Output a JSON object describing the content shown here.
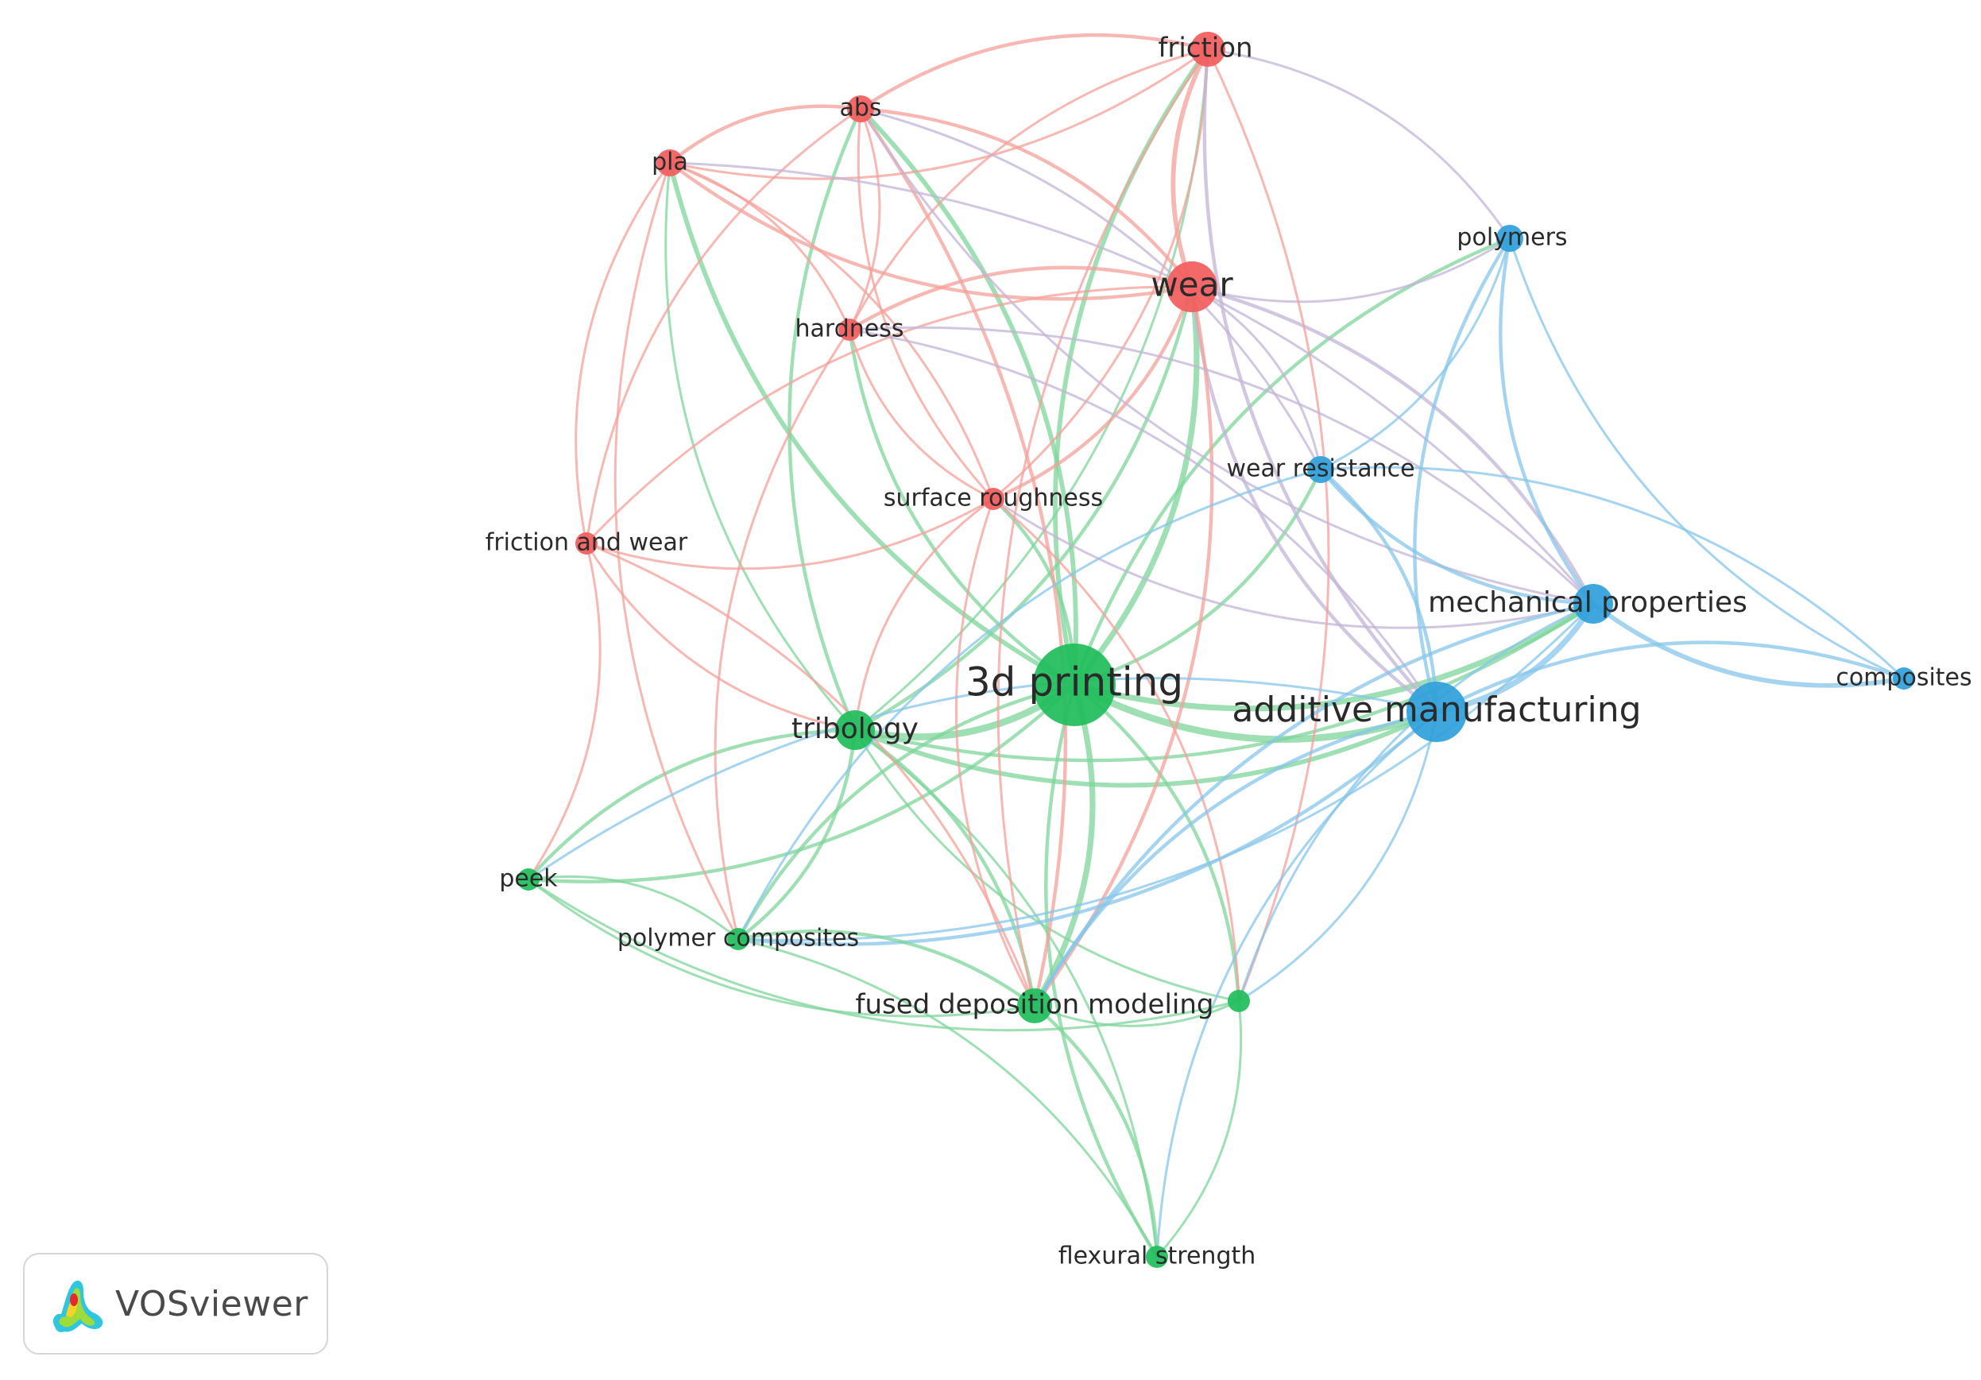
{
  "clusters": {
    "red": "#f25c5c",
    "green": "#1fbd5b",
    "blue": "#2f9fda",
    "red_link": "#f4a09a",
    "green_link": "#7ed69b",
    "blue_link": "#86c5ea",
    "mixed_link": "#c3b4d6"
  },
  "nodes": [
    {
      "id": "3d-printing",
      "label": "3d printing",
      "cluster": "green",
      "weight": 10
    },
    {
      "id": "additive-manufacturing",
      "label": "additive manufacturing",
      "cluster": "blue",
      "weight": 8
    },
    {
      "id": "wear",
      "label": "wear",
      "cluster": "red",
      "weight": 7
    },
    {
      "id": "tribology",
      "label": "tribology",
      "cluster": "green",
      "weight": 5
    },
    {
      "id": "mechanical-properties",
      "label": "mechanical properties",
      "cluster": "blue",
      "weight": 5
    },
    {
      "id": "friction",
      "label": "friction",
      "cluster": "red",
      "weight": 4
    },
    {
      "id": "fused-deposition-modeling",
      "label": "fused deposition modeling",
      "cluster": "green",
      "weight": 4
    },
    {
      "id": "abs",
      "label": "abs",
      "cluster": "red",
      "weight": 3
    },
    {
      "id": "pla",
      "label": "pla",
      "cluster": "red",
      "weight": 3
    },
    {
      "id": "polymers",
      "label": "polymers",
      "cluster": "blue",
      "weight": 3
    },
    {
      "id": "wear-resistance",
      "label": "wear resistance",
      "cluster": "blue",
      "weight": 3
    },
    {
      "id": "hardness",
      "label": "hardness",
      "cluster": "red",
      "weight": 2
    },
    {
      "id": "surface-roughness",
      "label": "surface roughness",
      "cluster": "red",
      "weight": 2
    },
    {
      "id": "friction-and-wear",
      "label": "friction and wear",
      "cluster": "red",
      "weight": 2
    },
    {
      "id": "composites",
      "label": "composites",
      "cluster": "blue",
      "weight": 2
    },
    {
      "id": "peek",
      "label": "peek",
      "cluster": "green",
      "weight": 2
    },
    {
      "id": "polymer-composites",
      "label": "polymer composites",
      "cluster": "green",
      "weight": 2
    },
    {
      "id": "flexural-strength",
      "label": "flexural strength",
      "cluster": "green",
      "weight": 2
    },
    {
      "id": "unlabeled-green",
      "label": "",
      "cluster": "green",
      "weight": 2
    }
  ],
  "links": [
    [
      "3d-printing",
      "additive-manufacturing",
      5
    ],
    [
      "3d-printing",
      "tribology",
      5
    ],
    [
      "3d-printing",
      "wear",
      4
    ],
    [
      "3d-printing",
      "fused-deposition-modeling",
      4
    ],
    [
      "3d-printing",
      "mechanical-properties",
      4
    ],
    [
      "3d-printing",
      "friction",
      3
    ],
    [
      "3d-printing",
      "abs",
      3
    ],
    [
      "3d-printing",
      "pla",
      3
    ],
    [
      "3d-printing",
      "polymer-composites",
      2
    ],
    [
      "3d-printing",
      "peek",
      2
    ],
    [
      "3d-printing",
      "surface-roughness",
      2
    ],
    [
      "3d-printing",
      "polymers",
      2
    ],
    [
      "3d-printing",
      "wear-resistance",
      2
    ],
    [
      "3d-printing",
      "hardness",
      2
    ],
    [
      "3d-printing",
      "flexural-strength",
      2
    ],
    [
      "3d-printing",
      "unlabeled-green",
      2
    ],
    [
      "tribology",
      "additive-manufacturing",
      3
    ],
    [
      "tribology",
      "fused-deposition-modeling",
      2
    ],
    [
      "tribology",
      "peek",
      2
    ],
    [
      "tribology",
      "polymer-composites",
      2
    ],
    [
      "tribology",
      "wear",
      2
    ],
    [
      "tribology",
      "abs",
      2
    ],
    [
      "tribology",
      "mechanical-properties",
      2
    ],
    [
      "tribology",
      "flexural-strength",
      1
    ],
    [
      "tribology",
      "unlabeled-green",
      1
    ],
    [
      "tribology",
      "pla",
      1
    ],
    [
      "tribology",
      "friction",
      1
    ],
    [
      "wear",
      "friction",
      3
    ],
    [
      "wear",
      "abs",
      2
    ],
    [
      "wear",
      "pla",
      2
    ],
    [
      "wear",
      "hardness",
      2
    ],
    [
      "wear",
      "surface-roughness",
      2
    ],
    [
      "wear",
      "additive-manufacturing",
      2
    ],
    [
      "wear",
      "mechanical-properties",
      2
    ],
    [
      "wear",
      "polymers",
      1
    ],
    [
      "wear",
      "fused-deposition-modeling",
      2
    ],
    [
      "wear",
      "friction-and-wear",
      1
    ],
    [
      "wear",
      "wear-resistance",
      1
    ],
    [
      "friction",
      "abs",
      2
    ],
    [
      "friction",
      "pla",
      1
    ],
    [
      "friction",
      "hardness",
      1
    ],
    [
      "friction",
      "surface-roughness",
      1
    ],
    [
      "friction",
      "additive-manufacturing",
      2
    ],
    [
      "friction",
      "polymers",
      1
    ],
    [
      "friction",
      "fused-deposition-modeling",
      1
    ],
    [
      "friction",
      "unlabeled-green",
      1
    ],
    [
      "abs",
      "pla",
      2
    ],
    [
      "abs",
      "hardness",
      1
    ],
    [
      "abs",
      "surface-roughness",
      1
    ],
    [
      "abs",
      "fused-deposition-modeling",
      2
    ],
    [
      "abs",
      "mechanical-properties",
      1
    ],
    [
      "abs",
      "wear-resistance",
      1
    ],
    [
      "abs",
      "friction-and-wear",
      1
    ],
    [
      "pla",
      "hardness",
      1
    ],
    [
      "pla",
      "friction-and-wear",
      1
    ],
    [
      "pla",
      "surface-roughness",
      1
    ],
    [
      "pla",
      "polymer-composites",
      1
    ],
    [
      "pla",
      "mechanical-properties",
      1
    ],
    [
      "hardness",
      "surface-roughness",
      1
    ],
    [
      "hardness",
      "mechanical-properties",
      1
    ],
    [
      "hardness",
      "polymer-composites",
      1
    ],
    [
      "hardness",
      "additive-manufacturing",
      1
    ],
    [
      "surface-roughness",
      "fused-deposition-modeling",
      1
    ],
    [
      "surface-roughness",
      "friction-and-wear",
      1
    ],
    [
      "surface-roughness",
      "mechanical-properties",
      1
    ],
    [
      "surface-roughness",
      "unlabeled-green",
      1
    ],
    [
      "surface-roughness",
      "tribology",
      1
    ],
    [
      "friction-and-wear",
      "peek",
      1
    ],
    [
      "friction-and-wear",
      "tribology",
      1
    ],
    [
      "friction-and-wear",
      "fused-deposition-modeling",
      1
    ],
    [
      "additive-manufacturing",
      "mechanical-properties",
      4
    ],
    [
      "additive-manufacturing",
      "polymers",
      2
    ],
    [
      "additive-manufacturing",
      "wear-resistance",
      2
    ],
    [
      "additive-manufacturing",
      "composites",
      2
    ],
    [
      "additive-manufacturing",
      "fused-deposition-modeling",
      2
    ],
    [
      "additive-manufacturing",
      "polymer-composites",
      2
    ],
    [
      "additive-manufacturing",
      "peek",
      1
    ],
    [
      "additive-manufacturing",
      "unlabeled-green",
      1
    ],
    [
      "additive-manufacturing",
      "flexural-strength",
      1
    ],
    [
      "mechanical-properties",
      "polymers",
      2
    ],
    [
      "mechanical-properties",
      "composites",
      3
    ],
    [
      "mechanical-properties",
      "wear-resistance",
      2
    ],
    [
      "mechanical-properties",
      "fused-deposition-modeling",
      2
    ],
    [
      "mechanical-properties",
      "polymer-composites",
      1
    ],
    [
      "mechanical-properties",
      "unlabeled-green",
      1
    ],
    [
      "polymers",
      "wear-resistance",
      1
    ],
    [
      "polymers",
      "composites",
      1
    ],
    [
      "wear-resistance",
      "composites",
      1
    ],
    [
      "wear-resistance",
      "polymer-composites",
      1
    ],
    [
      "fused-deposition-modeling",
      "peek",
      1
    ],
    [
      "fused-deposition-modeling",
      "polymer-composites",
      2
    ],
    [
      "fused-deposition-modeling",
      "flexural-strength",
      2
    ],
    [
      "fused-deposition-modeling",
      "unlabeled-green",
      1
    ],
    [
      "peek",
      "polymer-composites",
      1
    ],
    [
      "peek",
      "unlabeled-green",
      1
    ],
    [
      "polymer-composites",
      "flexural-strength",
      1
    ],
    [
      "flexural-strength",
      "unlabeled-green",
      1
    ]
  ],
  "badge": {
    "text": "VOSviewer",
    "logo_icon": "vosviewer-logo-icon"
  }
}
